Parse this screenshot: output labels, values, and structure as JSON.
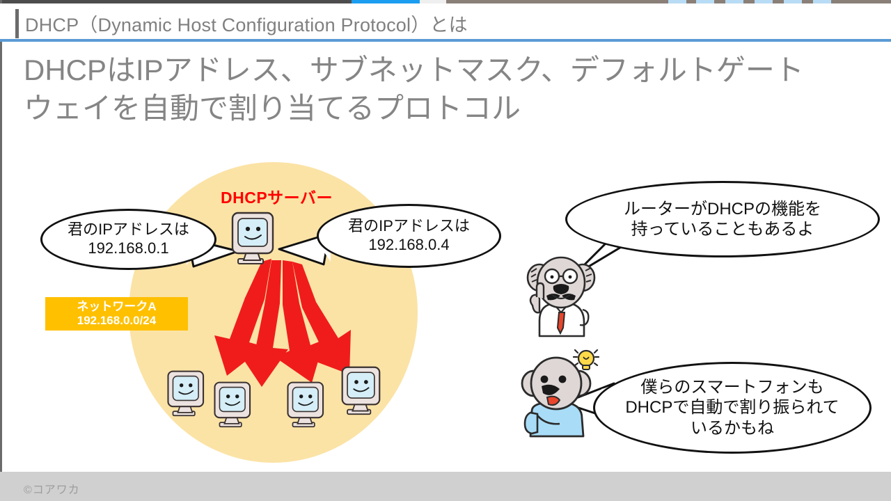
{
  "header": {
    "title": "DHCP（Dynamic Host Configuration Protocol）とは",
    "accent_color": "#5b9bd5"
  },
  "subtitle": {
    "text": "DHCPはIPアドレス、サブネットマスク、デフォルトゲート\nウェイを自動で割り当てるプロトコル",
    "color": "#858585"
  },
  "diagram": {
    "network_zone": {
      "fill_color": "#fbe3a6"
    },
    "server_label": {
      "text": "DHCPサーバー",
      "color": "#ff0000"
    },
    "network_box": {
      "line1": "ネットワークA",
      "line2": "192.168.0.0/24",
      "fill_color": "#ffc000",
      "text_color": "#ffffff"
    },
    "bubbles": [
      {
        "id": "left-assign",
        "text": "君のIPアドレスは\n192.168.0.1"
      },
      {
        "id": "right-assign",
        "text": "君のIPアドレスは\n192.168.0.4"
      },
      {
        "id": "router-note",
        "text": "ルーターがDHCPの機能を\n持っていることもあるよ"
      },
      {
        "id": "phone-note",
        "text": "僕らのスマートフォンも\nDHCPで自動で割り振られて\nいるかもね"
      }
    ],
    "arrow_color": "#f01c1c",
    "client_count": 4
  },
  "characters": [
    {
      "id": "professor-koala",
      "accessory": "red-necktie"
    },
    {
      "id": "young-koala",
      "accessory": "lightbulb-idea"
    }
  ],
  "footer": {
    "copyright": "©コアワカ"
  }
}
